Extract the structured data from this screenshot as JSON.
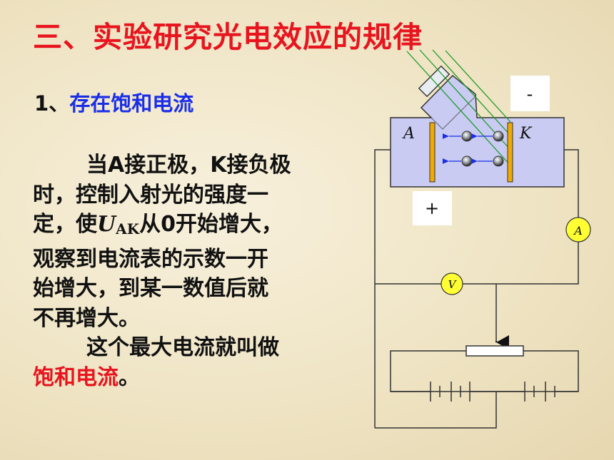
{
  "title": "三、实验研究光电效应的规律",
  "section": {
    "number": "1、",
    "heading": "存在饱和电流"
  },
  "paragraph": {
    "l1": "当A接正极，K接负极",
    "l2": "时，控制入射光的强度一",
    "l3a": "定，使",
    "l3_u": "U",
    "l3_sub": "AK",
    "l3b": "从0开始增大，",
    "l4": "观察到电流表的示数一开",
    "l5": "始增大，到某一数值后就",
    "l6": "不再增大。",
    "l7": "这个最大电流就叫做",
    "l8_term": "饱和电流",
    "l8_end": "。"
  },
  "diagram": {
    "minus_sign": "-",
    "plus_sign": "+",
    "anode_label": "A",
    "cathode_label": "K",
    "ammeter_label": "A",
    "voltmeter_label": "V",
    "colors": {
      "title": "#e8141e",
      "heading": "#1a2ee8",
      "light_rays": "#1e9a2a",
      "electrodes": "#f2a900",
      "meters": "#ffff33",
      "electron_arrows": "#1a2ee8"
    }
  }
}
